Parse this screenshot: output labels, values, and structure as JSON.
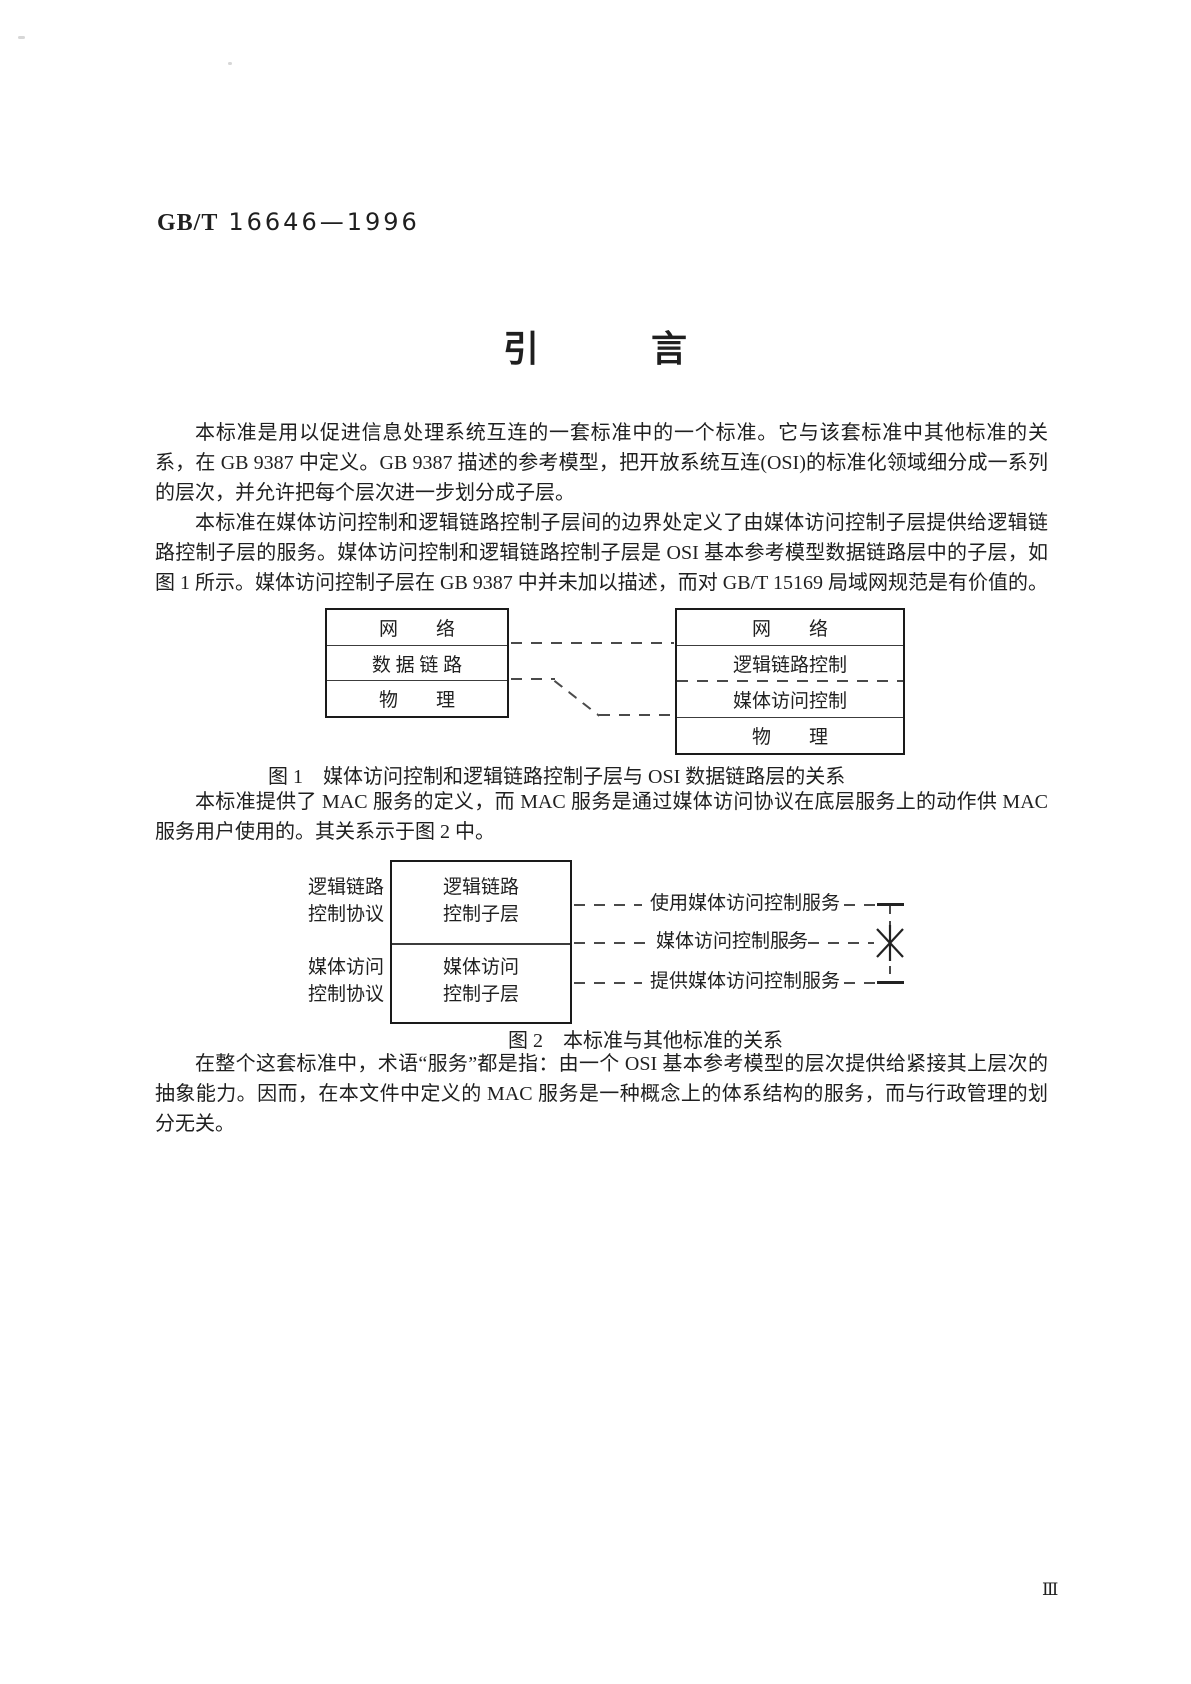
{
  "page": {
    "header": {
      "prefix": "GB/T",
      "number": "16646—1996"
    },
    "title": "引　　　言",
    "page_number": "Ⅲ"
  },
  "colors": {
    "ink": "#1f1f1f",
    "box_border": "#1a1a1a",
    "dash_line": "#4a4a4a"
  },
  "paragraphs": {
    "p1": "本标准是用以促进信息处理系统互连的一套标准中的一个标准。它与该套标准中其他标准的关系，在 GB 9387 中定义。GB 9387 描述的参考模型，把开放系统互连(OSI)的标准化领域细分成一系列的层次，并允许把每个层次进一步划分成子层。",
    "p2": "本标准在媒体访问控制和逻辑链路控制子层间的边界处定义了由媒体访问控制子层提供给逻辑链路控制子层的服务。媒体访问控制和逻辑链路控制子层是 OSI 基本参考模型数据链路层中的子层，如图 1 所示。媒体访问控制子层在 GB 9387 中并未加以描述，而对 GB/T 15169 局域网规范是有价值的。",
    "p3": "本标准提供了 MAC 服务的定义，而 MAC 服务是通过媒体访问协议在底层服务上的动作供 MAC 服务用户使用的。其关系示于图 2 中。",
    "p4": "在整个这套标准中，术语“服务”都是指：由一个 OSI 基本参考模型的层次提供给紧接其上层次的抽象能力。因而，在本文件中定义的 MAC 服务是一种概念上的体系结构的服务，而与行政管理的划分无关。"
  },
  "figure1": {
    "caption": "图 1　媒体访问控制和逻辑链路控制子层与 OSI 数据链路层的关系",
    "left_box": {
      "rows": [
        "网　　络",
        "数 据 链 路",
        "物　　理"
      ]
    },
    "right_box": {
      "rows": [
        "网　　络",
        "逻辑链路控制",
        "媒体访问控制",
        "物　　理"
      ]
    }
  },
  "figure2": {
    "caption": "图 2　本标准与其他标准的关系",
    "left_labels": [
      {
        "line1": "逻辑链路",
        "line2": "控制协议"
      },
      {
        "line1": "媒体访问",
        "line2": "控制协议"
      }
    ],
    "box_cells": [
      {
        "line1": "逻辑链路",
        "line2": "控制子层"
      },
      {
        "line1": "媒体访问",
        "line2": "控制子层"
      }
    ],
    "service_labels": [
      "使用媒体访问控制服务",
      "媒体访问控制服务",
      "提供媒体访问控制服务"
    ]
  }
}
